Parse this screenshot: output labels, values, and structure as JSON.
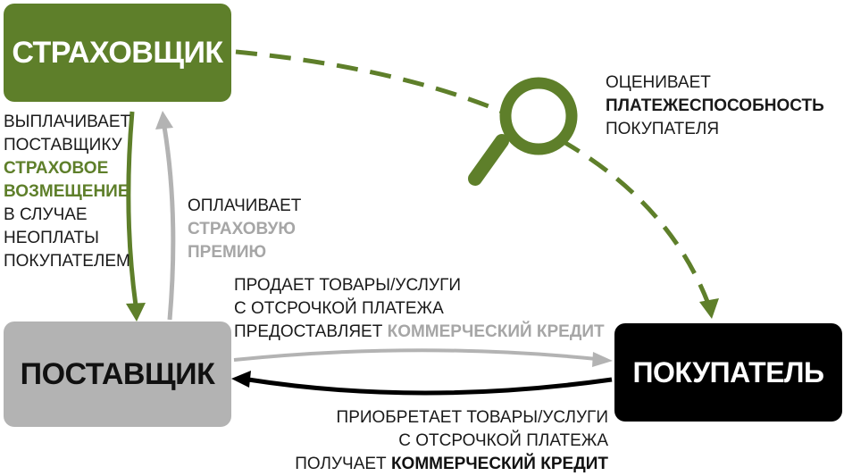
{
  "boxes": {
    "insurer": "СТРАХОВЩИК",
    "supplier": "ПОСТАВЩИК",
    "buyer": "ПОКУПАТЕЛЬ"
  },
  "labels": {
    "payout": {
      "line1": "ВЫПЛАЧИВАЕТ",
      "line2": "ПОСТАВЩИКУ",
      "line3": "СТРАХОВОЕ",
      "line4": "ВОЗМЕЩЕНИЕ",
      "line5": "В СЛУЧАЕ",
      "line6": "НЕОПЛАТЫ",
      "line7": "ПОКУПАТЕЛЕМ"
    },
    "premium": {
      "line1": "ОПЛАЧИВАЕТ",
      "line2": "СТРАХОВУЮ",
      "line3": "ПРЕМИЮ"
    },
    "sells": {
      "line1": "ПРОДАЕТ ТОВАРЫ/УСЛУГИ",
      "line2": "С ОТСРОЧКОЙ ПЛАТЕЖА",
      "line3_prefix": "ПРЕДОСТАВЛЯЕТ",
      "line3_highlight": "КОММЕРЧЕСКИЙ КРЕДИТ"
    },
    "buys": {
      "line1": "ПРИОБРЕТАЕТ ТОВАРЫ/УСЛУГИ",
      "line2": "С ОТСРОЧКОЙ ПЛАТЕЖА",
      "line3_prefix": "ПОЛУЧАЕТ",
      "line3_highlight": "КОММЕРЧЕСКИЙ КРЕДИТ"
    },
    "evaluates": {
      "line1": "ОЦЕНИВАЕТ",
      "line2": "ПЛАТЕЖЕСПОСОБНОСТЬ",
      "line3": "ПОКУПАТЕЛЯ"
    }
  },
  "icons": {
    "magnifier": "magnifier-icon"
  },
  "colors": {
    "green": "#5e7f2a",
    "grey": "#b3b3b3",
    "black": "#000000"
  }
}
